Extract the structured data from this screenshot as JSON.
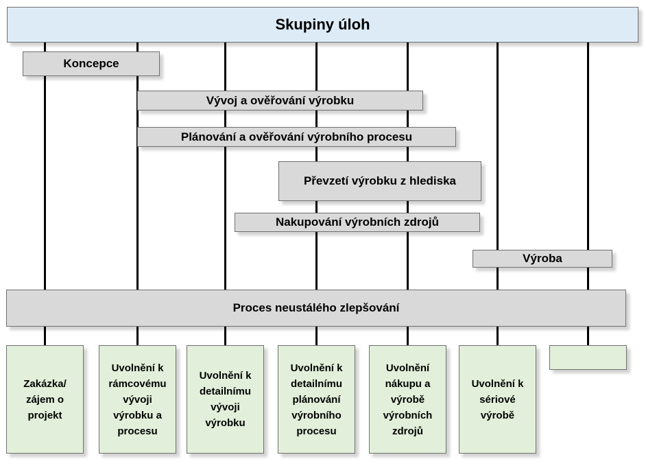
{
  "header": {
    "title": "Skupiny úloh"
  },
  "bars": [
    "Koncepce",
    "Vývoj a ověřování výrobku",
    "Plánování a ověřování výrobního procesu",
    "Převzetí výrobku z hlediska",
    "Nakupování výrobních zdrojů",
    "Výroba"
  ],
  "improvement": "Proces neustálého zlepšování",
  "milestones": [
    "Zakázka/\nzájem o\nprojekt",
    "Uvolnění k\nrámcovému\nvývoji\nvýrobku a\nprocesu",
    "Uvolnění k\ndetailnímu\nvývoji\nvýrobku",
    "Uvolnění k\ndetailnímu\nplánování\nvýrobního\nprocesu",
    "Uvolnění\nnákupu a\nvýrobě\nvýrobních\nzdrojů",
    "Uvolnění k\nsériové\nvýrobě",
    ""
  ],
  "colors": {
    "header_fill": "#ddebf7",
    "bar_fill": "#d9d9d9",
    "milestone_fill": "#e2efda",
    "line": "#000000"
  }
}
